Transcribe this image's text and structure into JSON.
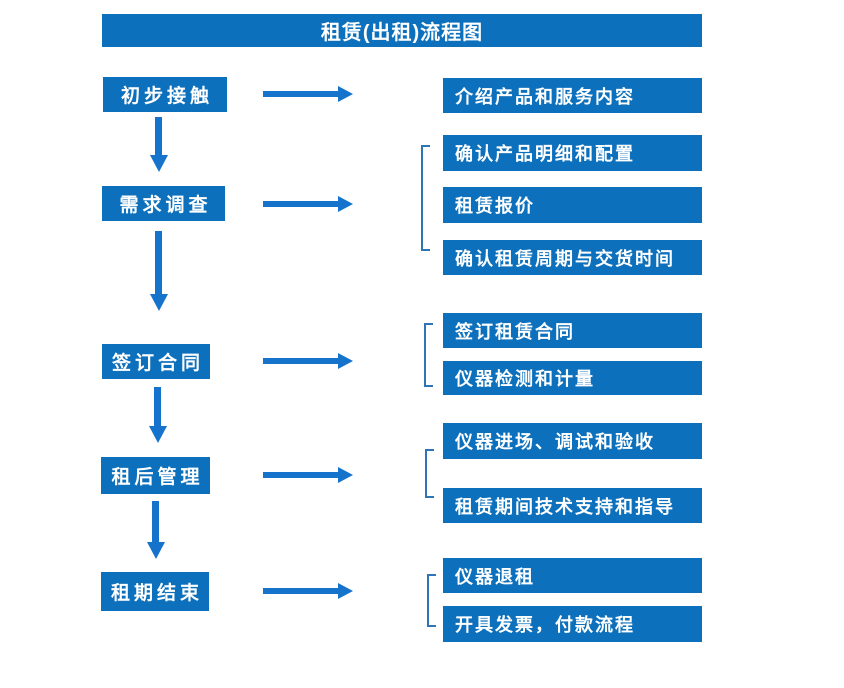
{
  "title": "租赁(出租)流程图",
  "colors": {
    "box": "#0D70BC",
    "arrow": "#1573CC",
    "bracket": "#2E75B6",
    "text": "#FFFFFF",
    "background": "#FFFFFF"
  },
  "steps": [
    {
      "label": "初步接触",
      "details": [
        "介绍产品和服务内容"
      ]
    },
    {
      "label": "需求调查",
      "details": [
        "确认产品明细和配置",
        "租赁报价",
        "确认租赁周期与交货时间"
      ]
    },
    {
      "label": "签订合同",
      "details": [
        "签订租赁合同",
        "仪器检测和计量"
      ]
    },
    {
      "label": "租后管理",
      "details": [
        "仪器进场、调试和验收",
        "租赁期间技术支持和指导"
      ]
    },
    {
      "label": "租期结束",
      "details": [
        "仪器退租",
        "开具发票，付款流程"
      ]
    }
  ]
}
